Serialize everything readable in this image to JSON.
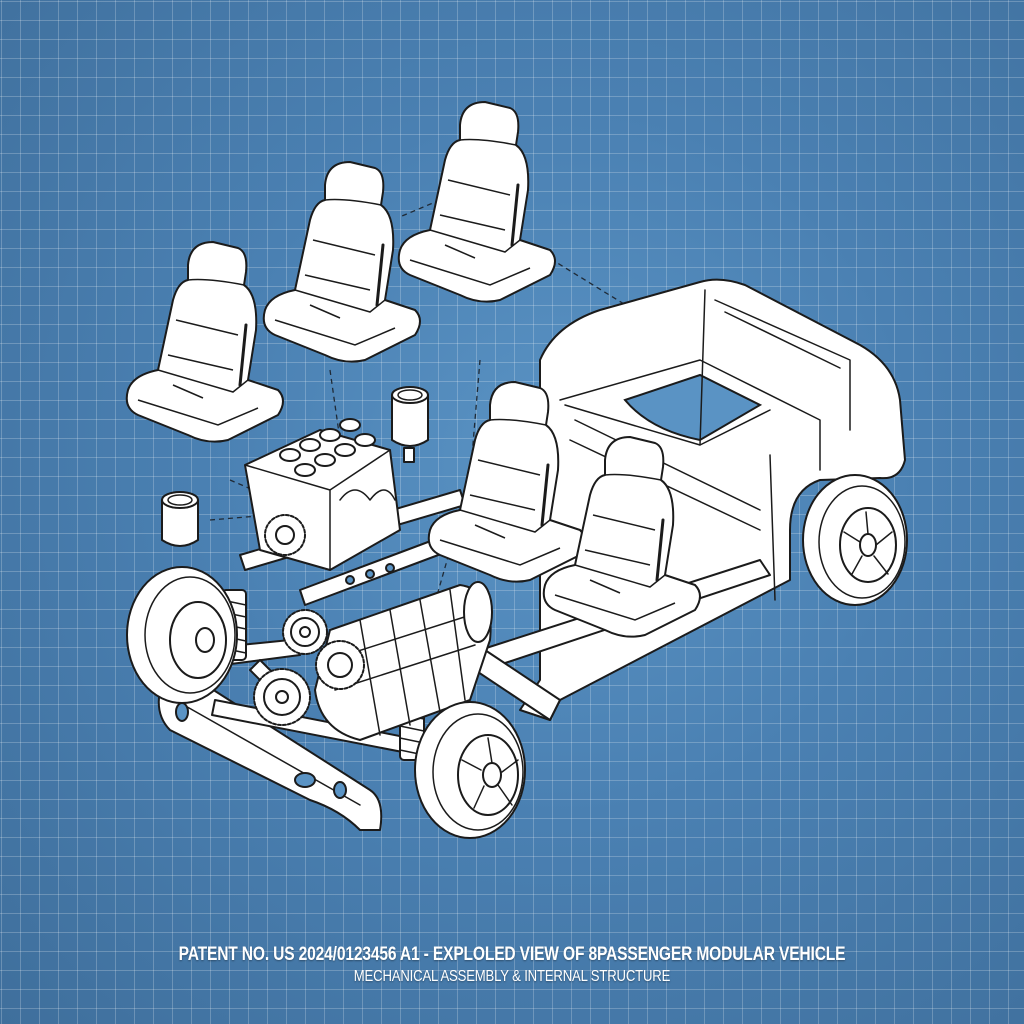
{
  "caption": {
    "line1": "PATENT NO. US 2024/0123456 A1 - EXPLOLED VIEW OF 8PASSENGER MODULAR VEHICLE",
    "line2": "MECHANICAL ASSEMBLY & INTERNAL STRUCTURE"
  },
  "style": {
    "background": "#4a80b2",
    "grid_line": "#8fb4d6",
    "line_art_fill": "#ffffff",
    "line_art_stroke": "#1b1b1b",
    "caption_color": "#ffffff"
  },
  "diagram": {
    "type": "exploded-view technical illustration",
    "components": [
      {
        "id": "seat-1",
        "label": "Passenger seat (rear-left, floating)"
      },
      {
        "id": "seat-2",
        "label": "Passenger seat (rear-middle, floating)"
      },
      {
        "id": "seat-3",
        "label": "Passenger seat (rear-right, floating)"
      },
      {
        "id": "seat-4",
        "label": "Passenger seat (front-left, on chassis)"
      },
      {
        "id": "seat-5",
        "label": "Passenger seat (front-right, on chassis)"
      },
      {
        "id": "engine",
        "label": "Inline engine block with cylinder heads and manifold"
      },
      {
        "id": "piston-1",
        "label": "Piston (upper)"
      },
      {
        "id": "piston-2",
        "label": "Piston (left)"
      },
      {
        "id": "transmission",
        "label": "Transmission / gearbox with gears"
      },
      {
        "id": "front-suspension",
        "label": "Front suspension with coil springs"
      },
      {
        "id": "front-bumper",
        "label": "Front bumper beam"
      },
      {
        "id": "chassis-frame",
        "label": "Ladder chassis frame rails"
      },
      {
        "id": "body-shell",
        "label": "Rear body shell / cabin structure"
      },
      {
        "id": "wheel-front-left",
        "label": "Front-left wheel"
      },
      {
        "id": "wheel-front-right",
        "label": "Front-right wheel"
      },
      {
        "id": "wheel-rear-right",
        "label": "Rear-right wheel"
      }
    ]
  }
}
